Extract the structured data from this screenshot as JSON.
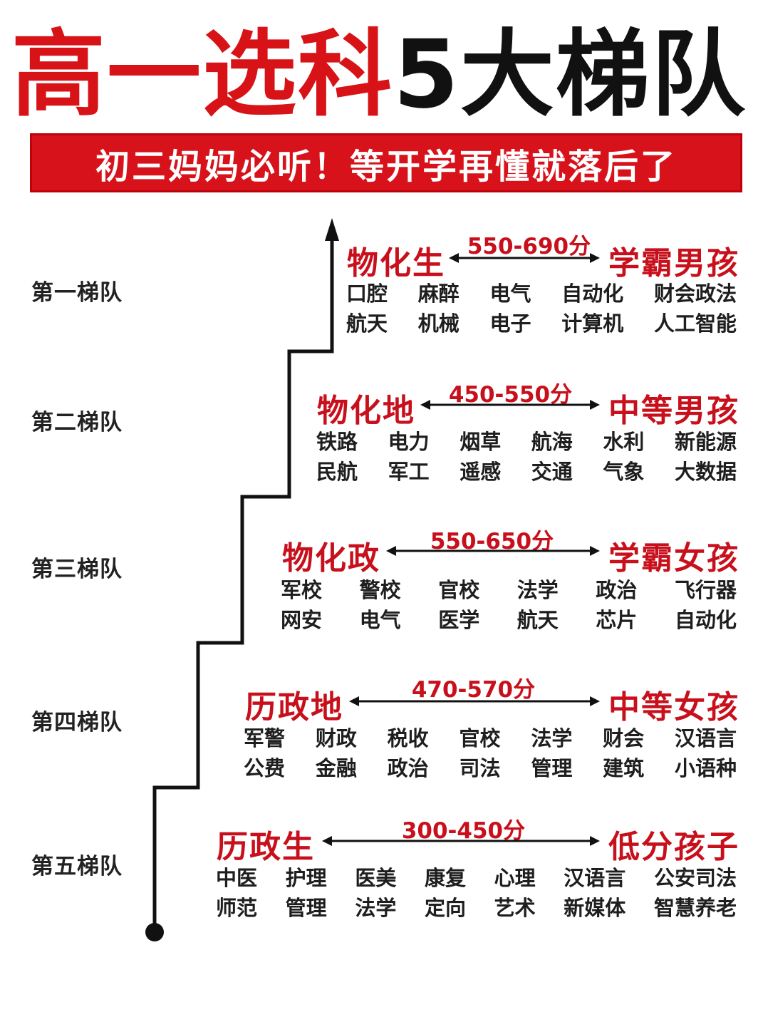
{
  "title": {
    "red_part": "高一选科",
    "black_part": "5大梯队"
  },
  "banner": {
    "text": "初三妈妈必听！等开学再懂就落后了"
  },
  "tiers": [
    {
      "label": "第一梯队",
      "combo": "物化生",
      "score": "550-690分",
      "persona": "学霸男孩",
      "majors_row1": [
        "口腔",
        "麻醉",
        "电气",
        "自动化",
        "财会政法"
      ],
      "majors_row2": [
        "航天",
        "机械",
        "电子",
        "计算机",
        "人工智能"
      ]
    },
    {
      "label": "第二梯队",
      "combo": "物化地",
      "score": "450-550分",
      "persona": "中等男孩",
      "majors_row1": [
        "铁路",
        "电力",
        "烟草",
        "航海",
        "水利",
        "新能源"
      ],
      "majors_row2": [
        "民航",
        "军工",
        "遥感",
        "交通",
        "气象",
        "大数据"
      ]
    },
    {
      "label": "第三梯队",
      "combo": "物化政",
      "score": "550-650分",
      "persona": "学霸女孩",
      "majors_row1": [
        "军校",
        "警校",
        "官校",
        "法学",
        "政治",
        "飞行器"
      ],
      "majors_row2": [
        "网安",
        "电气",
        "医学",
        "航天",
        "芯片",
        "自动化"
      ]
    },
    {
      "label": "第四梯队",
      "combo": "历政地",
      "score": "470-570分",
      "persona": "中等女孩",
      "majors_row1": [
        "军警",
        "财政",
        "税收",
        "官校",
        "法学",
        "财会",
        "汉语言"
      ],
      "majors_row2": [
        "公费",
        "金融",
        "政治",
        "司法",
        "管理",
        "建筑",
        "小语种"
      ]
    },
    {
      "label": "第五梯队",
      "combo": "历政生",
      "score": "300-450分",
      "persona": "低分孩子",
      "majors_row1": [
        "中医",
        "护理",
        "医美",
        "康复",
        "心理",
        "汉语言",
        "公安司法"
      ],
      "majors_row2": [
        "师范",
        "管理",
        "法学",
        "定向",
        "艺术",
        "新媒体",
        "智慧养老"
      ]
    }
  ],
  "colors": {
    "accent_red": "#d7121a",
    "text_dark": "#1c1c1c"
  }
}
